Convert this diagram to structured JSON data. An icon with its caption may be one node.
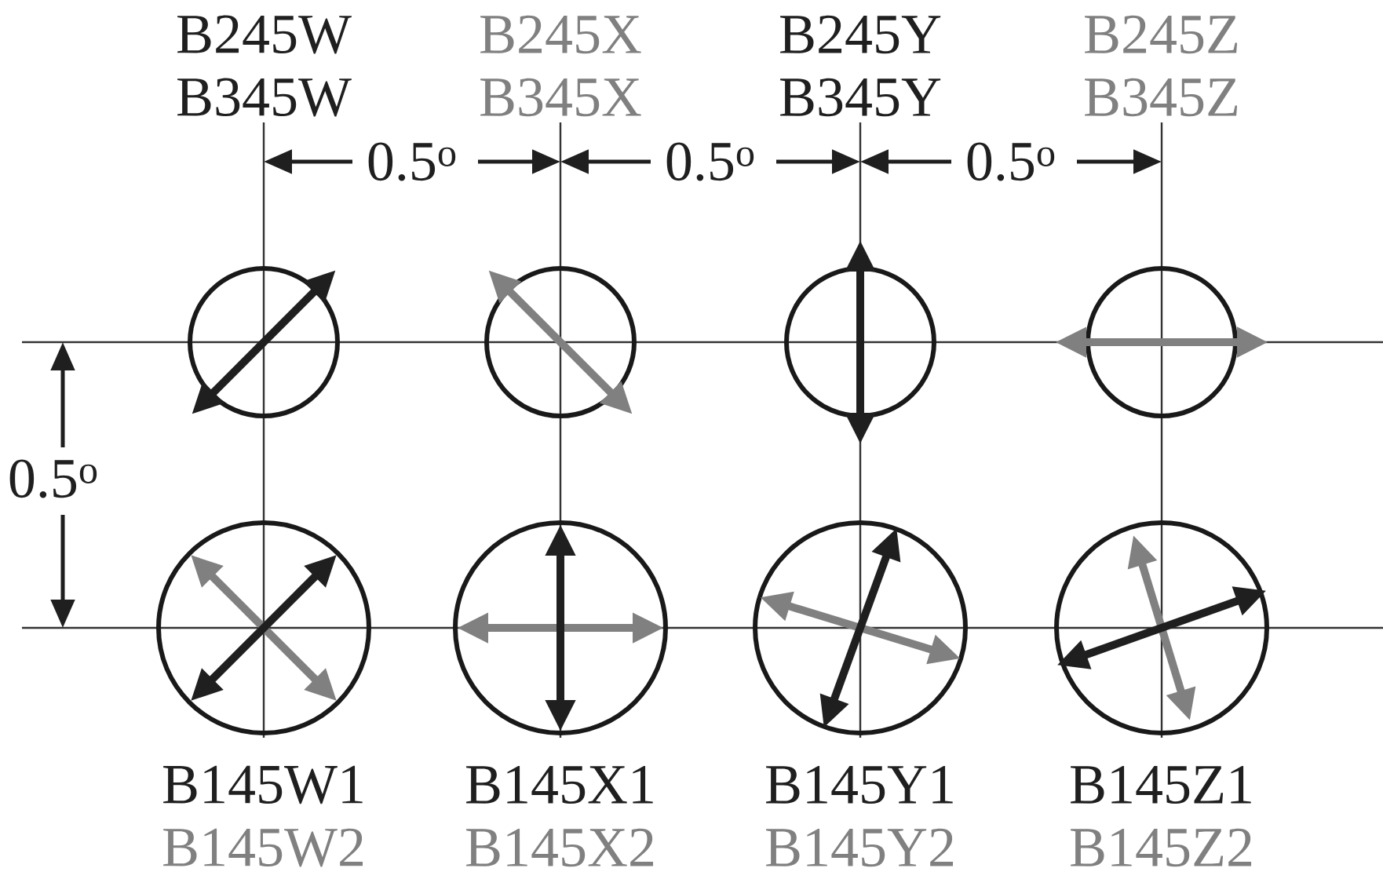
{
  "diagram": {
    "labels": [
      "B245W",
      "B245X",
      "B245Y",
      "B245Z",
      "B345W",
      "B345X",
      "B345Y",
      "B345Z",
      "0.5$^{o}$",
      "0.5$^{o}$",
      "0.5$^{o}$",
      "0.5$^{o}$",
      "B145W1",
      "B145X1",
      "B145Y1",
      "B145Z1",
      "B145W2",
      "B145X2",
      "B145Y2",
      "B145Z2"
    ]
  }
}
